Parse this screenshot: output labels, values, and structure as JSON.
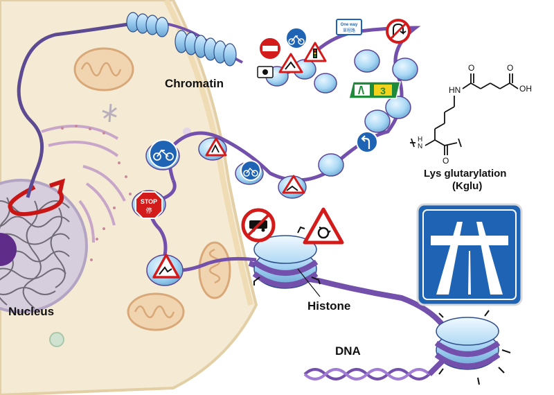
{
  "labels": {
    "chromatin": "Chromatin",
    "nucleus": "Nucleus",
    "histone": "Histone",
    "dna": "DNA",
    "mod_name": "Lys glutarylation",
    "mod_abbr": "(Kglu)"
  },
  "molecule_atoms": {
    "o_top_left": "O",
    "o_top_right": "O",
    "oh": "OH",
    "nh_upper": "HN",
    "nh_lower": "H",
    "n_lower": "N",
    "o_bottom": "O"
  },
  "sign_text": {
    "one_way": "One way",
    "one_way_cn": "單程路",
    "stop": "STOP",
    "stop_cn": "停",
    "exit_number": "3"
  },
  "colors": {
    "cell": "#f6ecd6",
    "nucleus": "#d9d0df",
    "chromatin_strand": "#7a58b0",
    "histone": "#9fd0ef",
    "sign_blue": "#1f64b4",
    "sign_red": "#d41b1b"
  },
  "icons": [
    "road-sign-no-entry",
    "road-sign-bicycle",
    "road-sign-one-way",
    "road-sign-no-u-turn",
    "road-sign-traffic-light",
    "road-sign-hazard",
    "road-sign-expressway-exit",
    "road-sign-turn-left",
    "road-sign-stop",
    "road-sign-no-bus",
    "road-sign-roundabout",
    "road-sign-motorway",
    "road-sign-quayside"
  ]
}
